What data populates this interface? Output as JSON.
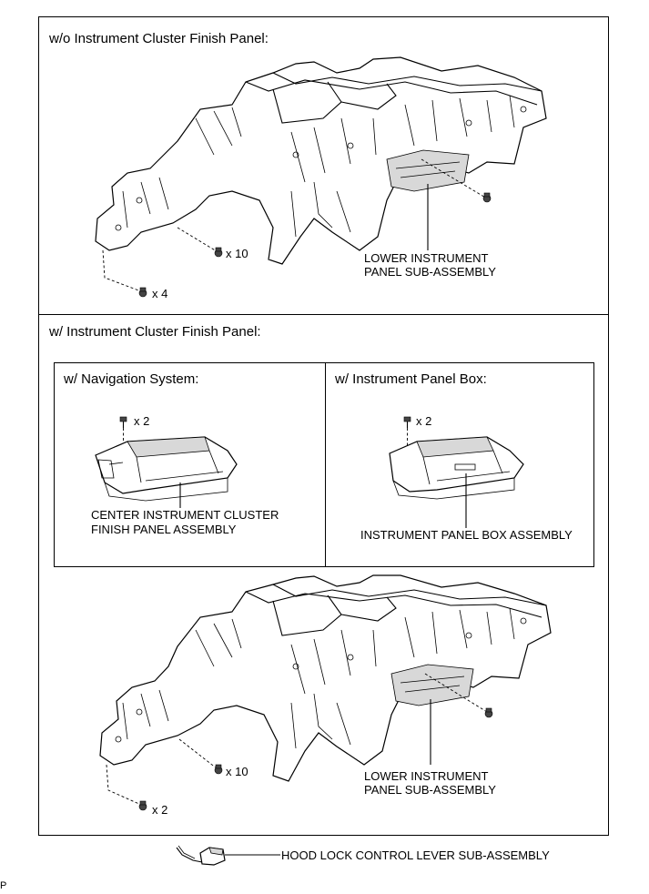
{
  "sections": {
    "without_finish_panel": {
      "title": "w/o Instrument Cluster Finish Panel:",
      "bolt_count_upper": "x 10",
      "bolt_count_lower": "x 4",
      "part_label_line1": "LOWER INSTRUMENT",
      "part_label_line2": "PANEL SUB-ASSEMBLY"
    },
    "with_finish_panel": {
      "title": "w/ Instrument Cluster Finish Panel:",
      "navigation": {
        "title": "w/ Navigation System:",
        "bolt_count": "x 2",
        "part_label_line1": "CENTER INSTRUMENT CLUSTER",
        "part_label_line2": "FINISH PANEL ASSEMBLY"
      },
      "panel_box": {
        "title": "w/ Instrument Panel Box:",
        "bolt_count": "x 2",
        "part_label": "INSTRUMENT PANEL BOX ASSEMBLY"
      },
      "bolt_count_upper": "x 10",
      "bolt_count_lower": "x 2",
      "part_label_line1": "LOWER INSTRUMENT",
      "part_label_line2": "PANEL SUB-ASSEMBLY"
    }
  },
  "hood_lever_label": "HOOD LOCK CONTROL LEVER SUB-ASSEMBLY",
  "corner_mark": "P"
}
